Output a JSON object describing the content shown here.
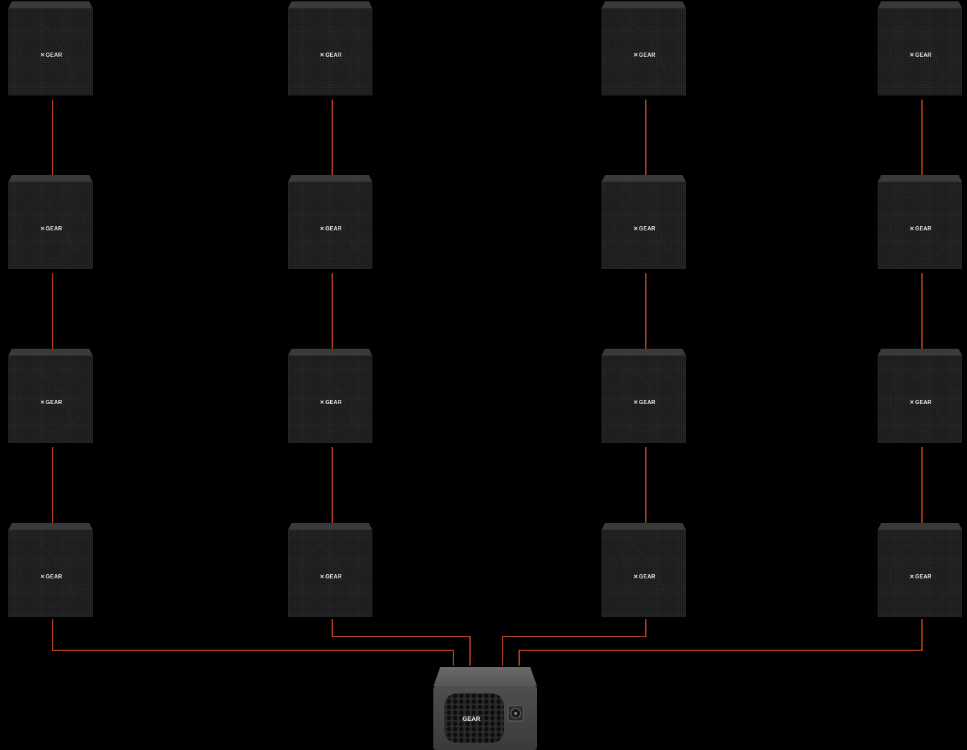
{
  "brand": {
    "logo_text": "GEAR",
    "logo_mark_icon": "k-mark-logo-icon"
  },
  "colors": {
    "background": "#000000",
    "wire": "#e8502a",
    "speaker_body": "#1c1c1c",
    "speaker_top": "#3a3a3a",
    "amp_body": "#4a4a4a",
    "amp_top": "#5e5e5e"
  },
  "speakers": [
    {
      "column": 1,
      "row": 1
    },
    {
      "column": 1,
      "row": 2
    },
    {
      "column": 1,
      "row": 3
    },
    {
      "column": 1,
      "row": 4
    },
    {
      "column": 2,
      "row": 1
    },
    {
      "column": 2,
      "row": 2
    },
    {
      "column": 2,
      "row": 3
    },
    {
      "column": 2,
      "row": 4
    },
    {
      "column": 3,
      "row": 1
    },
    {
      "column": 3,
      "row": 2
    },
    {
      "column": 3,
      "row": 3
    },
    {
      "column": 3,
      "row": 4
    },
    {
      "column": 4,
      "row": 1
    },
    {
      "column": 4,
      "row": 2
    },
    {
      "column": 4,
      "row": 3
    },
    {
      "column": 4,
      "row": 4
    }
  ],
  "amplifier": {
    "outputs": 4,
    "icon": "power-connector-icon"
  }
}
